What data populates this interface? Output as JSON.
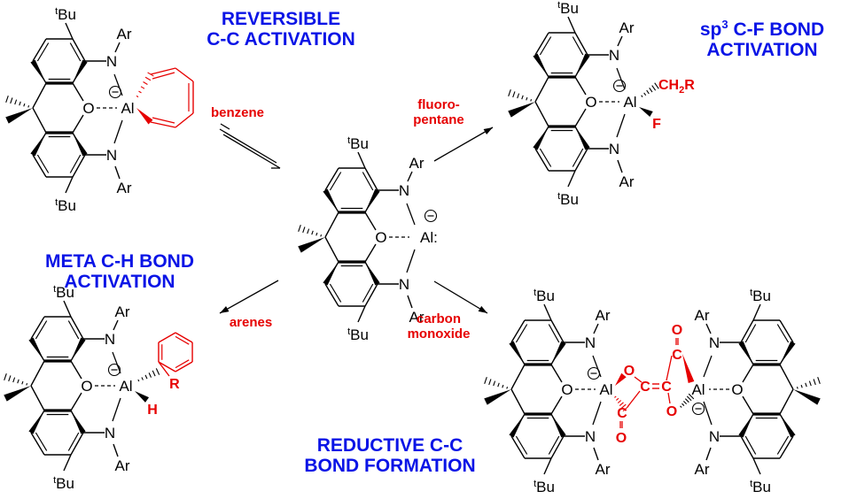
{
  "titles": {
    "reversible": [
      "REVERSIBLE",
      "C-C ACTIVATION"
    ],
    "cf": {
      "line1_pre": "sp",
      "line1_sup": "3",
      "line1_post": " C-F BOND",
      "line2": "ACTIVATION"
    },
    "meta": [
      "META C-H BOND",
      "ACTIVATION"
    ],
    "reductive": [
      "REDUCTIVE C-C",
      "BOND FORMATION"
    ]
  },
  "reagents": {
    "benzene": "benzene",
    "fluoropentane": [
      "fluoro-",
      "pentane"
    ],
    "arenes": "arenes",
    "co": [
      "carbon",
      "monoxide"
    ]
  },
  "atoms": {
    "tBu_sup": "t",
    "tBu": "Bu",
    "Ar": "Ar",
    "N": "N",
    "O": "O",
    "Al": "Al",
    "Al_lone": "Al:",
    "charge": "−",
    "CH2R": "CH",
    "CH2R_sub": "2",
    "CH2R_end": "R",
    "F": "F",
    "H": "H",
    "R": "R",
    "C": "C"
  },
  "colors": {
    "title": "#0a14e6",
    "reagent": "#e60000",
    "bond": "#000000",
    "highlight": "#e60000"
  }
}
